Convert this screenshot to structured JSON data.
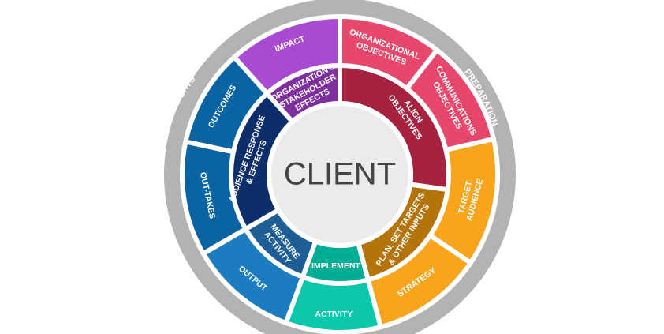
{
  "center": {
    "label": "CLIENT"
  },
  "ring": {
    "left_label": "MEASUREMENTS AND INSIGHTS",
    "right_label": "PREPARATION",
    "color": "#b3b3b3"
  },
  "inner_segments": [
    {
      "id": "align",
      "lines": [
        "ALIGN",
        "OBJECTIVES"
      ],
      "color": "#a6223f"
    },
    {
      "id": "plan",
      "lines": [
        "PLAN, SET TARGETS",
        "& OTHER INPUTS"
      ],
      "color": "#b5730b"
    },
    {
      "id": "implement",
      "lines": [
        "IMPLEMENT"
      ],
      "color": "#02ad95"
    },
    {
      "id": "measure",
      "lines": [
        "MEASURE",
        "ACTIVITY"
      ],
      "color": "#1e5e96"
    },
    {
      "id": "audience",
      "lines": [
        "AUDIENCE RESPONSE",
        "& EFFECTS"
      ],
      "color": "#0c2f6c"
    },
    {
      "id": "org",
      "lines": [
        "ORGANIZATION &",
        "STAKEHOLDER",
        "EFFECTS"
      ],
      "color": "#7e2f9e"
    }
  ],
  "outer_segments": [
    {
      "id": "org-objectives",
      "lines": [
        "ORGANIZATIONAL",
        "OBJECTIVES"
      ],
      "color": "#e8476c"
    },
    {
      "id": "comm-objectives",
      "lines": [
        "COMMUNICATIONS",
        "OBJECTIVES"
      ],
      "color": "#e8476c"
    },
    {
      "id": "target-audience",
      "lines": [
        "TARGET",
        "AUDIENCE"
      ],
      "color": "#f8a51d"
    },
    {
      "id": "strategy",
      "lines": [
        "STRATEGY"
      ],
      "color": "#f8a51d"
    },
    {
      "id": "activity",
      "lines": [
        "ACTIVITY"
      ],
      "color": "#0bc8ad"
    },
    {
      "id": "output",
      "lines": [
        "OUTPUT"
      ],
      "color": "#1b7cc0"
    },
    {
      "id": "out-takes",
      "lines": [
        "OUT-TAKES"
      ],
      "color": "#0a64a4"
    },
    {
      "id": "outcomes",
      "lines": [
        "OUTCOMES"
      ],
      "color": "#0a64a4"
    },
    {
      "id": "impact",
      "lines": [
        "IMPACT"
      ],
      "color": "#a84ad2"
    }
  ]
}
